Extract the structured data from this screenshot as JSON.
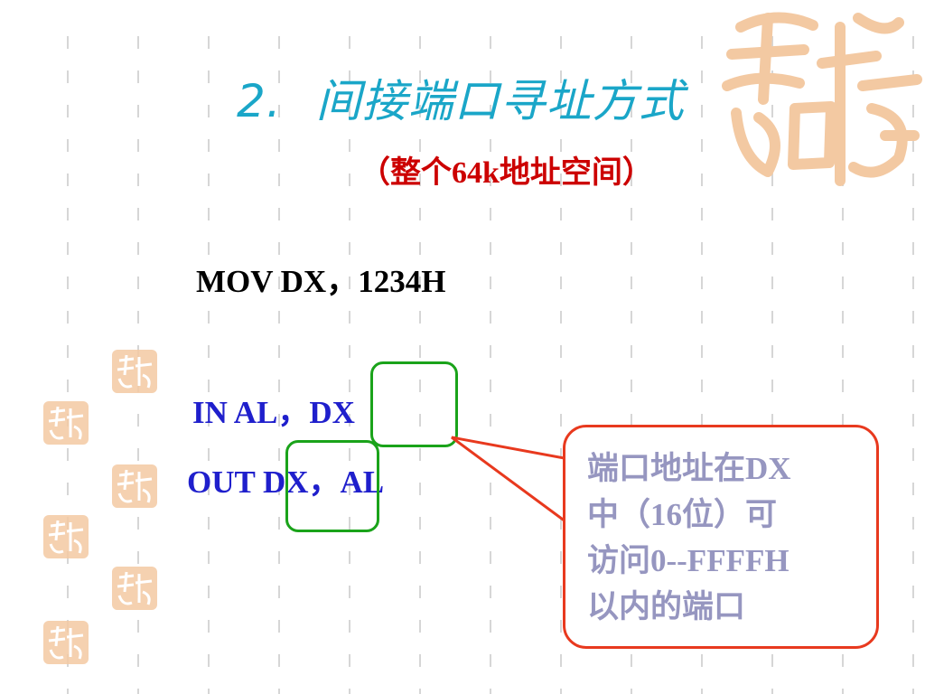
{
  "slide": {
    "title_number": "2.",
    "title_text": "间接端口寻址方式",
    "subtitle": "（整个64k地址空间）",
    "code_lines": {
      "mov": "MOV  DX，1234H",
      "in": "IN    AL，DX",
      "out": "OUT   DX，AL"
    },
    "callout_lines": [
      "端口地址在DX",
      "中（16位）可",
      "访问0--FFFFH",
      "以内的端口"
    ]
  },
  "colors": {
    "title": "#1aa6c8",
    "subtitle": "#cc0000",
    "code_blue": "#1f1fcc",
    "highlight_box": "#1aa31a",
    "callout_border": "#e8391e",
    "callout_text": "#9696c0",
    "seal": "#f3c9a2"
  },
  "icons": {
    "corner_seal": "auspicious-seal-icon",
    "small_seals": "seal-stamp-icon"
  }
}
